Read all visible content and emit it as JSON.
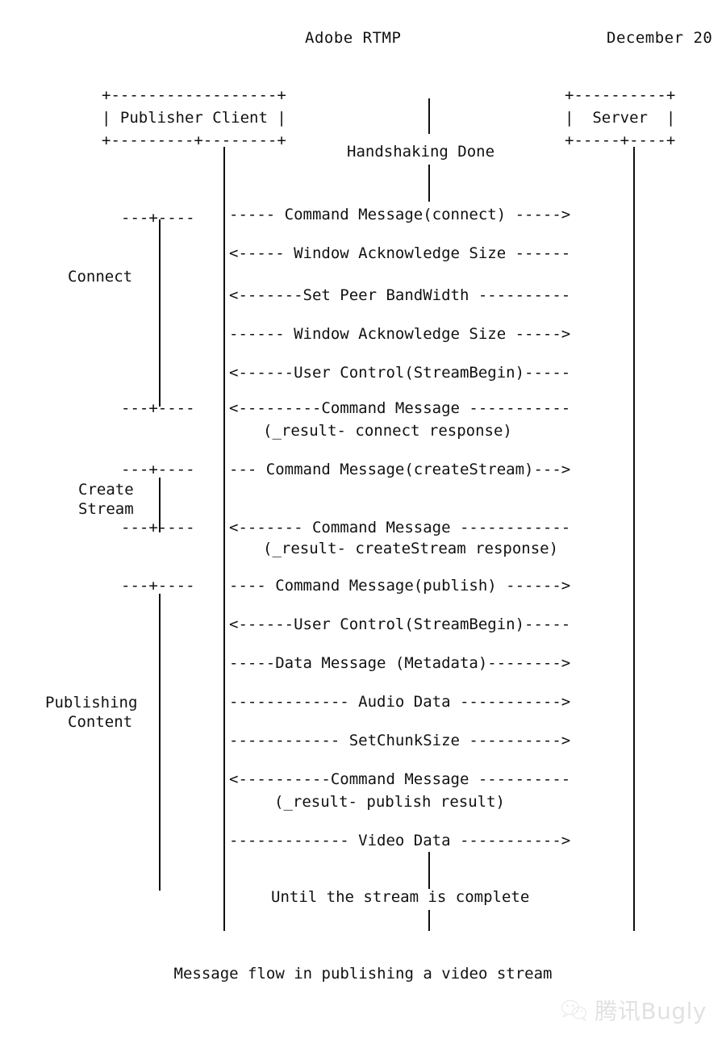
{
  "header": {
    "title": "Adobe RTMP",
    "date": "December 20"
  },
  "diagram": {
    "type": "ascii-sequence-diagram",
    "participants": [
      {
        "id": "publisher-client",
        "label": "Publisher Client"
      },
      {
        "id": "server",
        "label": "Server"
      }
    ],
    "boxes": {
      "client_top": "+------------------+",
      "client_mid": "| Publisher Client |",
      "client_bottom": "+---------+--------+",
      "server_top": "+----------+",
      "server_mid": "|  Server  |",
      "server_bottom": "+-----+----+"
    },
    "notes": [
      {
        "id": "handshaking-done",
        "text": "Handshaking Done"
      },
      {
        "id": "until-stream-complete",
        "text": "Until the stream is complete"
      }
    ],
    "phases": [
      {
        "id": "connect",
        "label_lines": [
          "Connect"
        ],
        "brace_top": "---+----",
        "brace_bottom": "---+----"
      },
      {
        "id": "create-stream",
        "label_lines": [
          "Create",
          "Stream"
        ],
        "brace_top": "---+----",
        "brace_bottom": "---+----"
      },
      {
        "id": "publishing-content",
        "label_lines": [
          "Publishing",
          "Content"
        ],
        "brace_top": "---+----",
        "brace_bottom": ""
      }
    ],
    "messages": [
      {
        "id": "msg-connect",
        "direction": "right",
        "text": "----- Command Message(connect) ----->"
      },
      {
        "id": "msg-window-ack-size-in",
        "direction": "left",
        "text": "<----- Window Acknowledge Size ------"
      },
      {
        "id": "msg-set-peer-bandwidth",
        "direction": "left",
        "text": "<-------Set Peer BandWidth ----------"
      },
      {
        "id": "msg-window-ack-size-out",
        "direction": "right",
        "text": "------ Window Acknowledge Size ----->"
      },
      {
        "id": "msg-user-control-streambegin-1",
        "direction": "left",
        "text": "<------User Control(StreamBegin)-----"
      },
      {
        "id": "msg-connect-result",
        "direction": "left",
        "text": "<---------Command Message -----------"
      },
      {
        "id": "msg-connect-result-detail",
        "direction": "none",
        "text": "(_result- connect response)"
      },
      {
        "id": "msg-create-stream",
        "direction": "right",
        "text": "--- Command Message(createStream)--->"
      },
      {
        "id": "msg-create-stream-result",
        "direction": "left",
        "text": "<------- Command Message ------------"
      },
      {
        "id": "msg-create-stream-result-detail",
        "direction": "none",
        "text": "(_result- createStream response)"
      },
      {
        "id": "msg-publish",
        "direction": "right",
        "text": "---- Command Message(publish) ------>"
      },
      {
        "id": "msg-user-control-streambegin-2",
        "direction": "left",
        "text": "<------User Control(StreamBegin)-----"
      },
      {
        "id": "msg-data-message-metadata",
        "direction": "right",
        "text": "-----Data Message (Metadata)-------->"
      },
      {
        "id": "msg-audio-data",
        "direction": "right",
        "text": "------------- Audio Data ----------->"
      },
      {
        "id": "msg-set-chunk-size",
        "direction": "right",
        "text": "------------ SetChunkSize ---------->"
      },
      {
        "id": "msg-publish-result",
        "direction": "left",
        "text": "<----------Command Message ----------"
      },
      {
        "id": "msg-publish-result-detail",
        "direction": "none",
        "text": "(_result- publish result)"
      },
      {
        "id": "msg-video-data",
        "direction": "right",
        "text": "------------- Video Data ----------->"
      }
    ]
  },
  "caption": "Message flow in publishing a video stream",
  "watermark": {
    "icon": "wechat-icon",
    "text": "腾讯Bugly"
  }
}
